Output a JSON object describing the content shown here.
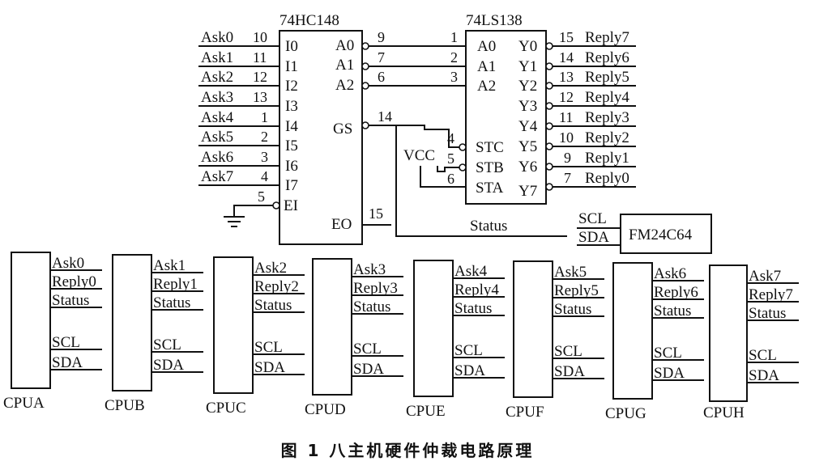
{
  "encoder": {
    "name": "74HC148",
    "inputs": [
      {
        "signal": "Ask0",
        "pin": "10",
        "port": "I0"
      },
      {
        "signal": "Ask1",
        "pin": "11",
        "port": "I1"
      },
      {
        "signal": "Ask2",
        "pin": "12",
        "port": "I2"
      },
      {
        "signal": "Ask3",
        "pin": "13",
        "port": "I3"
      },
      {
        "signal": "Ask4",
        "pin": "1",
        "port": "I4"
      },
      {
        "signal": "Ask5",
        "pin": "2",
        "port": "I5"
      },
      {
        "signal": "Ask6",
        "pin": "3",
        "port": "I6"
      },
      {
        "signal": "Ask7",
        "pin": "4",
        "port": "I7"
      }
    ],
    "ei": {
      "pin": "5",
      "port": "EI"
    },
    "outputs": [
      {
        "port": "A0",
        "pin": "9"
      },
      {
        "port": "A1",
        "pin": "7"
      },
      {
        "port": "A2",
        "pin": "6"
      }
    ],
    "gs": {
      "port": "GS",
      "pin": "14"
    },
    "eo": {
      "port": "EO",
      "pin": "15"
    }
  },
  "decoder": {
    "name": "74LS138",
    "inputs": [
      {
        "port": "A0",
        "pin": "1"
      },
      {
        "port": "A1",
        "pin": "2"
      },
      {
        "port": "A2",
        "pin": "3"
      }
    ],
    "enables": [
      {
        "port": "STC",
        "pin": "4"
      },
      {
        "port": "STB",
        "pin": "5"
      },
      {
        "port": "STA",
        "pin": "6"
      }
    ],
    "vcc": "VCC",
    "outputs": [
      {
        "port": "Y0",
        "pin": "15",
        "signal": "Reply7"
      },
      {
        "port": "Y1",
        "pin": "14",
        "signal": "Reply6"
      },
      {
        "port": "Y2",
        "pin": "13",
        "signal": "Reply5"
      },
      {
        "port": "Y3",
        "pin": "12",
        "signal": "Reply4"
      },
      {
        "port": "Y4",
        "pin": "11",
        "signal": "Reply3"
      },
      {
        "port": "Y5",
        "pin": "10",
        "signal": "Reply2"
      },
      {
        "port": "Y6",
        "pin": "9",
        "signal": "Reply1"
      },
      {
        "port": "Y7",
        "pin": "7",
        "signal": "Reply0"
      }
    ]
  },
  "status_label": "Status",
  "eeprom": {
    "name": "FM24C64",
    "pins": [
      "SCL",
      "SDA"
    ]
  },
  "cpus": [
    {
      "name": "CPUA",
      "ask": "Ask0",
      "reply": "Reply0",
      "status": "Status",
      "scl": "SCL",
      "sda": "SDA"
    },
    {
      "name": "CPUB",
      "ask": "Ask1",
      "reply": "Reply1",
      "status": "Status",
      "scl": "SCL",
      "sda": "SDA"
    },
    {
      "name": "CPUC",
      "ask": "Ask2",
      "reply": "Reply2",
      "status": "Status",
      "scl": "SCL",
      "sda": "SDA"
    },
    {
      "name": "CPUD",
      "ask": "Ask3",
      "reply": "Reply3",
      "status": "Status",
      "scl": "SCL",
      "sda": "SDA"
    },
    {
      "name": "CPUE",
      "ask": "Ask4",
      "reply": "Reply4",
      "status": "Status",
      "scl": "SCL",
      "sda": "SDA"
    },
    {
      "name": "CPUF",
      "ask": "Ask5",
      "reply": "Reply5",
      "status": "Status",
      "scl": "SCL",
      "sda": "SDA"
    },
    {
      "name": "CPUG",
      "ask": "Ask6",
      "reply": "Reply6",
      "status": "Status",
      "scl": "SCL",
      "sda": "SDA"
    },
    {
      "name": "CPUH",
      "ask": "Ask7",
      "reply": "Reply7",
      "status": "Status",
      "scl": "SCL",
      "sda": "SDA"
    }
  ],
  "caption": "图 1   八主机硬件仲裁电路原理"
}
